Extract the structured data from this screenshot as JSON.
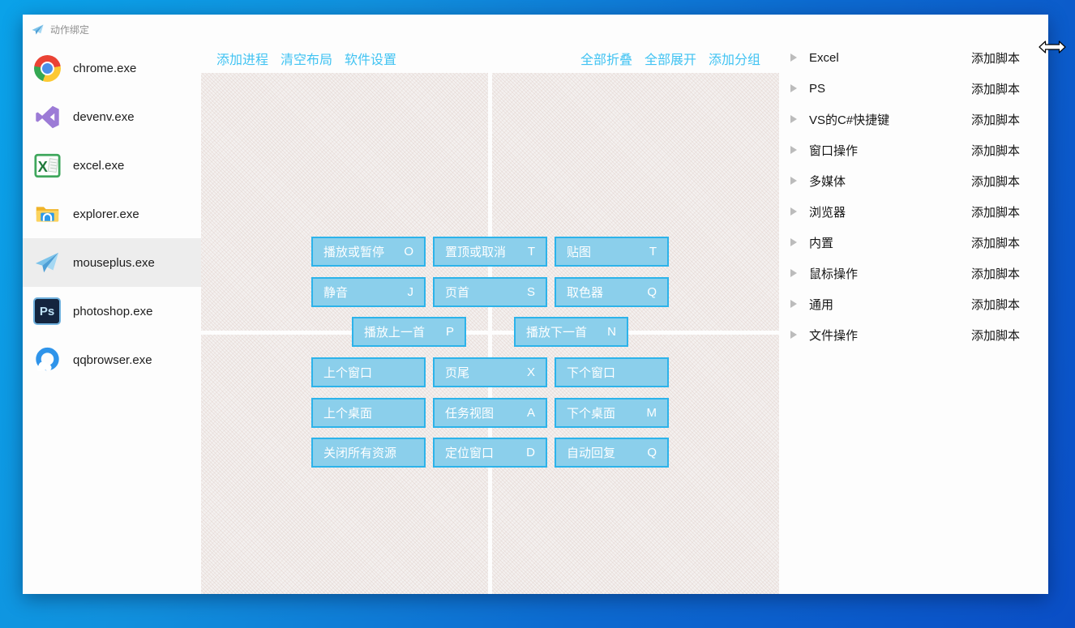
{
  "titlebar": {
    "title": "动作绑定"
  },
  "sidebar": {
    "items": [
      {
        "label": "chrome.exe"
      },
      {
        "label": "devenv.exe"
      },
      {
        "label": "excel.exe"
      },
      {
        "label": "explorer.exe"
      },
      {
        "label": "mouseplus.exe"
      },
      {
        "label": "photoshop.exe"
      },
      {
        "label": "qqbrowser.exe"
      }
    ]
  },
  "toolbar": {
    "left": [
      "添加进程",
      "清空布局",
      "软件设置"
    ],
    "right": [
      "全部折叠",
      "全部展开",
      "添加分组"
    ]
  },
  "bindings": [
    {
      "label": "播放或暂停",
      "key": "O"
    },
    {
      "label": "置顶或取消",
      "key": "T"
    },
    {
      "label": "贴图",
      "key": "T"
    },
    {
      "label": "静音",
      "key": "J"
    },
    {
      "label": "页首",
      "key": "S"
    },
    {
      "label": "取色器",
      "key": "Q"
    },
    {
      "label": "播放上一首",
      "key": "P"
    },
    {
      "label": "播放下一首",
      "key": "N"
    },
    {
      "label": "上个窗口",
      "key": ""
    },
    {
      "label": "页尾",
      "key": "X"
    },
    {
      "label": "下个窗口",
      "key": ""
    },
    {
      "label": "上个桌面",
      "key": ""
    },
    {
      "label": "任务视图",
      "key": "A"
    },
    {
      "label": "下个桌面",
      "key": "M"
    },
    {
      "label": "关闭所有资源",
      "key": ""
    },
    {
      "label": "定位窗口",
      "key": "D"
    },
    {
      "label": "自动回复",
      "key": "Q"
    }
  ],
  "groups": {
    "add_script_label": "添加脚本",
    "items": [
      "Excel",
      "PS",
      "VS的C#快捷键",
      "窗口操作",
      "多媒体",
      "浏览器",
      "内置",
      "鼠标操作",
      "通用",
      "文件操作"
    ]
  },
  "icon_glyphs": {
    "excel": "X",
    "photoshop": "Ps"
  },
  "colors": {
    "accent_link": "#41c3f2",
    "button_fill": "#8bcfeb",
    "button_border": "#2db3ea",
    "selected_row": "#ededed",
    "desktop_top_left": "#0aa2e9",
    "desktop_bottom_right": "#0a4ec6"
  },
  "ui_state": {
    "selected_process": "mouseplus.exe",
    "pointer": "horizontal-resize-arrow"
  }
}
